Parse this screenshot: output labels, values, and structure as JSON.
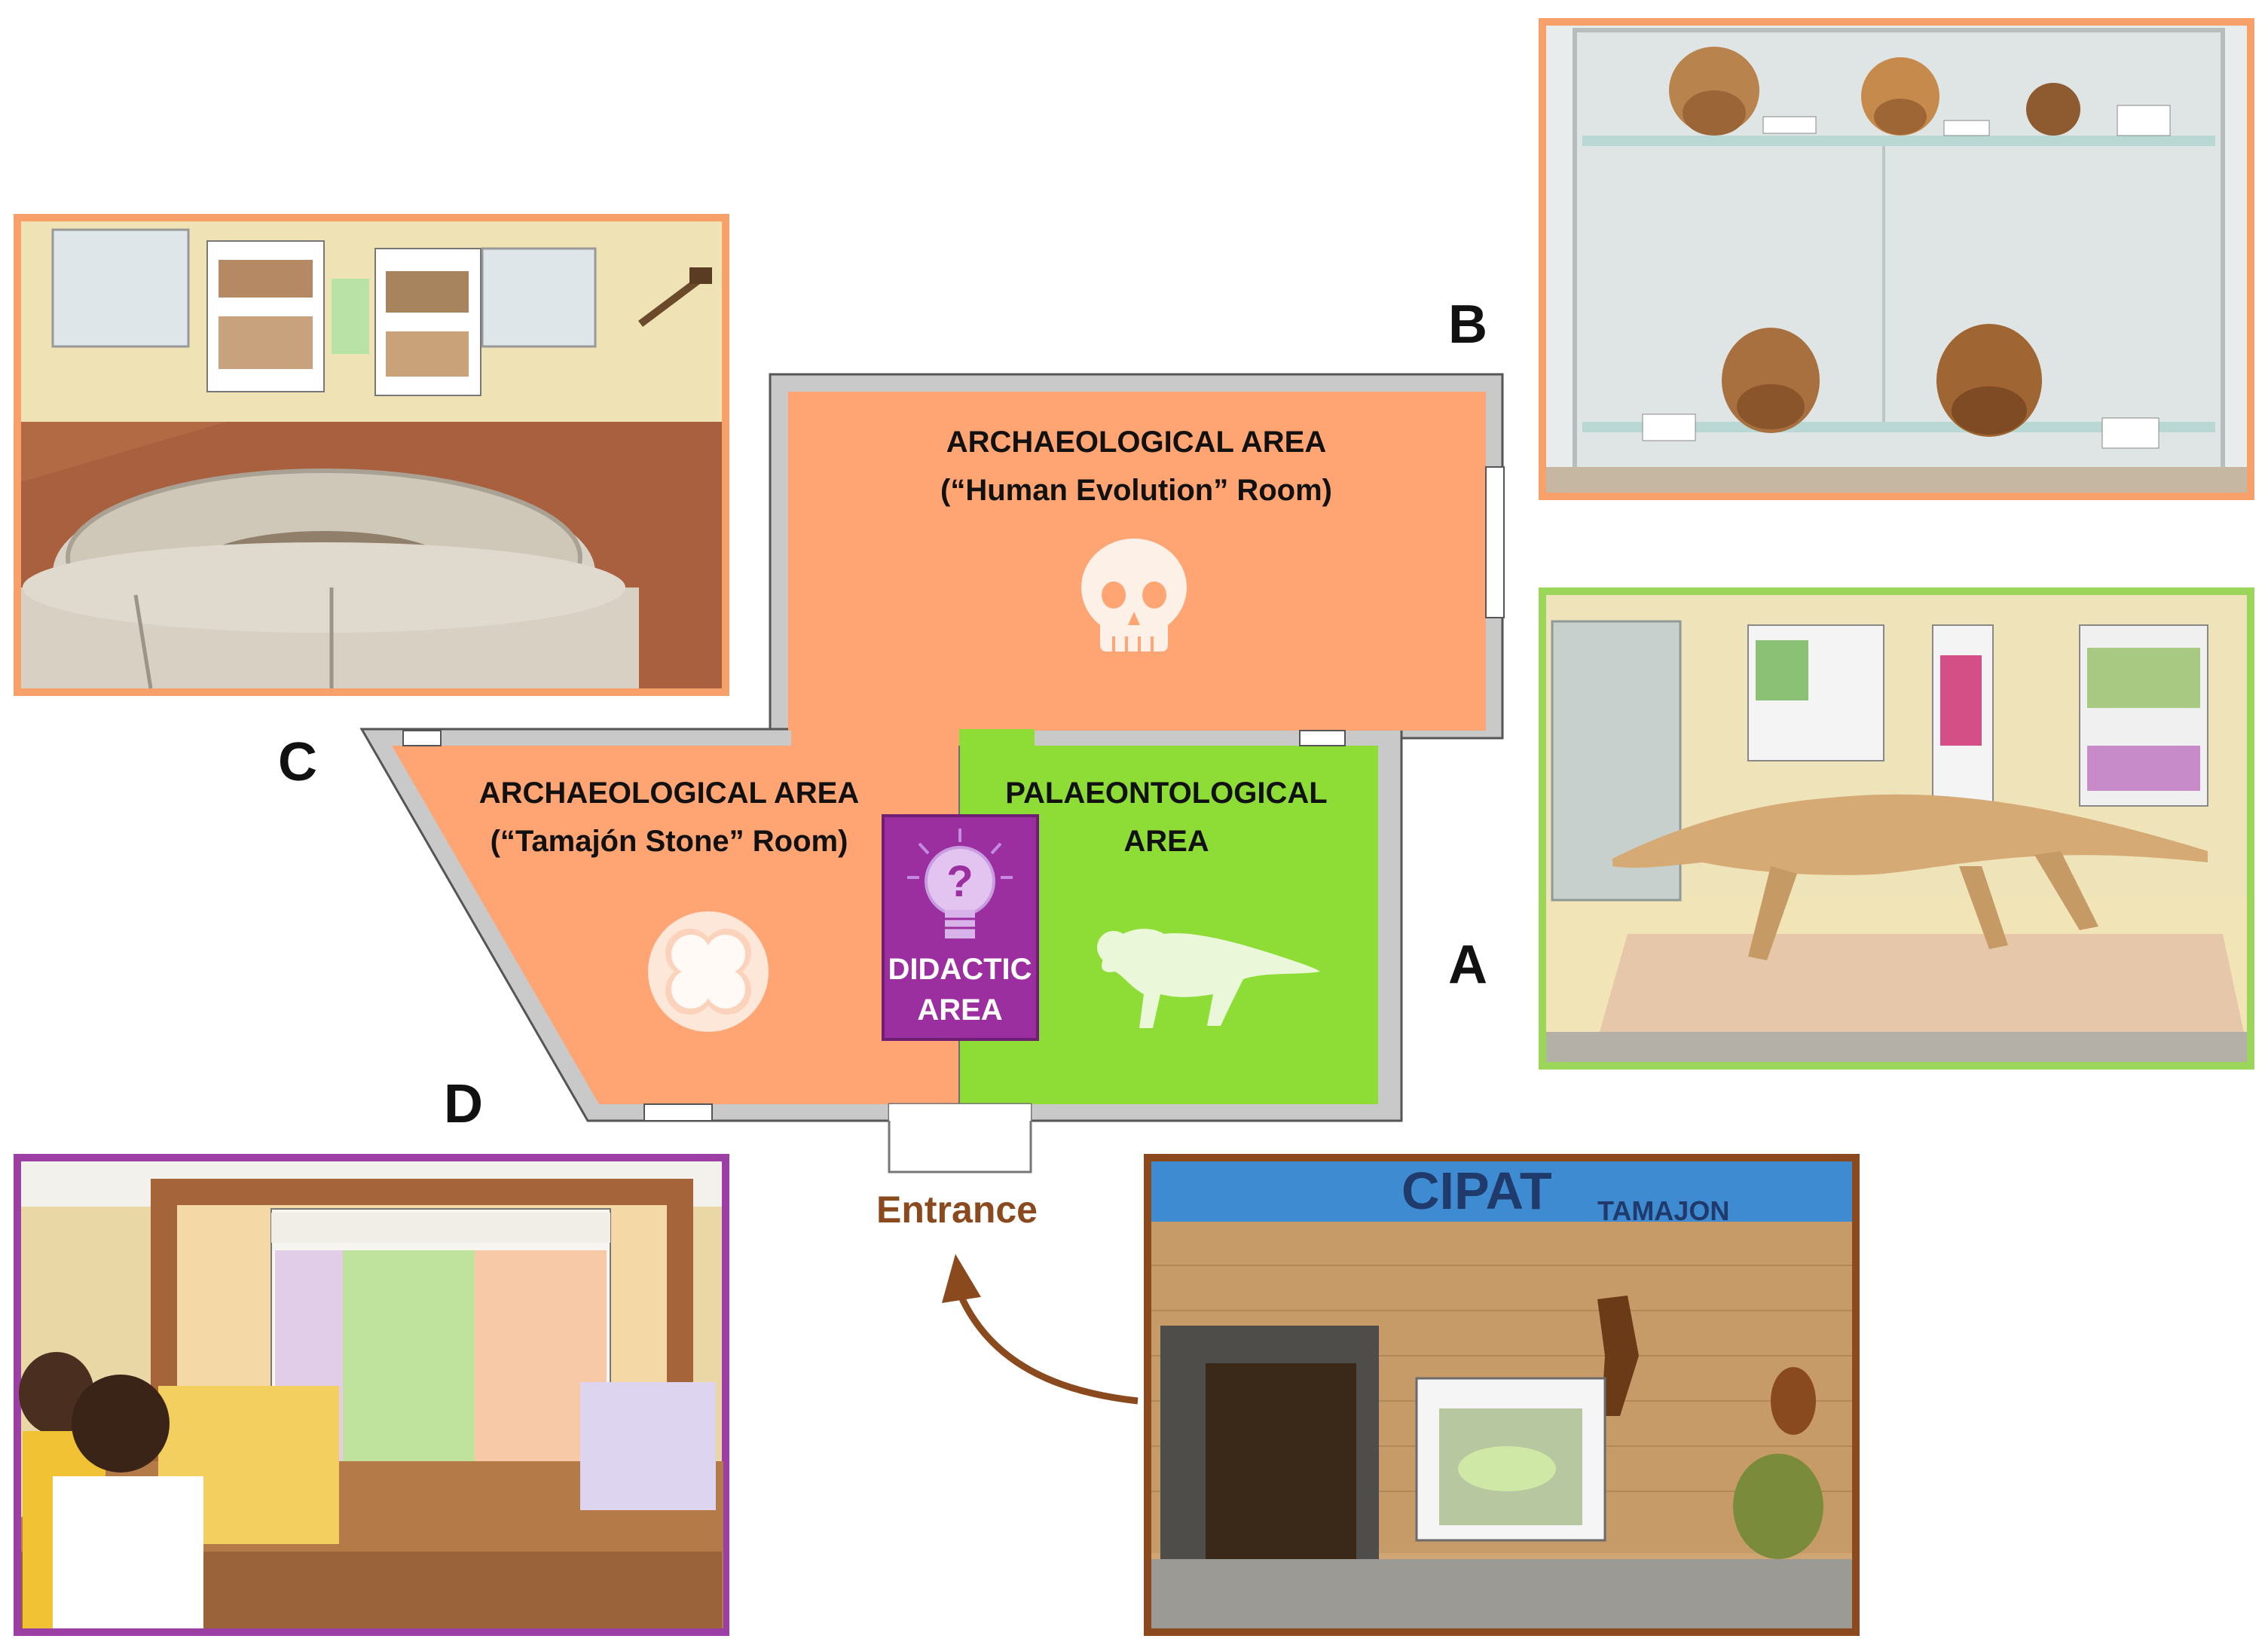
{
  "corner_labels": {
    "a": "A",
    "b": "B",
    "c": "C",
    "d": "D"
  },
  "areas": {
    "human_evolution": {
      "title": "ARCHAEOLOGICAL  AREA",
      "subtitle": "(“Human Evolution” Room)",
      "color": "#FFA574"
    },
    "tamajon_stone": {
      "title": "ARCHAEOLOGICAL  AREA",
      "subtitle": "(“Tamajón Stone” Room)",
      "color": "#FFA574"
    },
    "palaeontological": {
      "title": "PALAEONTOLOGICAL",
      "subtitle": "AREA",
      "color": "#8EDD37"
    },
    "didactic": {
      "line1": "DIDACTIC",
      "line2": "AREA",
      "color": "#9B2FA0"
    }
  },
  "entrance": {
    "label": "Entrance",
    "color": "#8B4A1E"
  },
  "icons": [
    "skull-icon",
    "quatrefoil-stone-icon",
    "dinosaur-skeleton-icon",
    "lightbulb-question-icon"
  ],
  "photos": {
    "stone_room": {
      "frame_color": "#F7A06A",
      "subject": "stone-sarcophagus-photo"
    },
    "skulls": {
      "frame_color": "#F7A06A",
      "subject": "hominid-skulls-photo"
    },
    "crocodile": {
      "frame_color": "#9BD65A",
      "subject": "reptile-model-photo"
    },
    "didactic": {
      "frame_color": "#9B3FA5",
      "subject": "didactic-panel-photo"
    },
    "facade": {
      "frame_color": "#8B4A1E",
      "subject": "museum-facade-photo",
      "sign_text": "CIPAT",
      "sign_sub": "TAMAJON"
    }
  }
}
